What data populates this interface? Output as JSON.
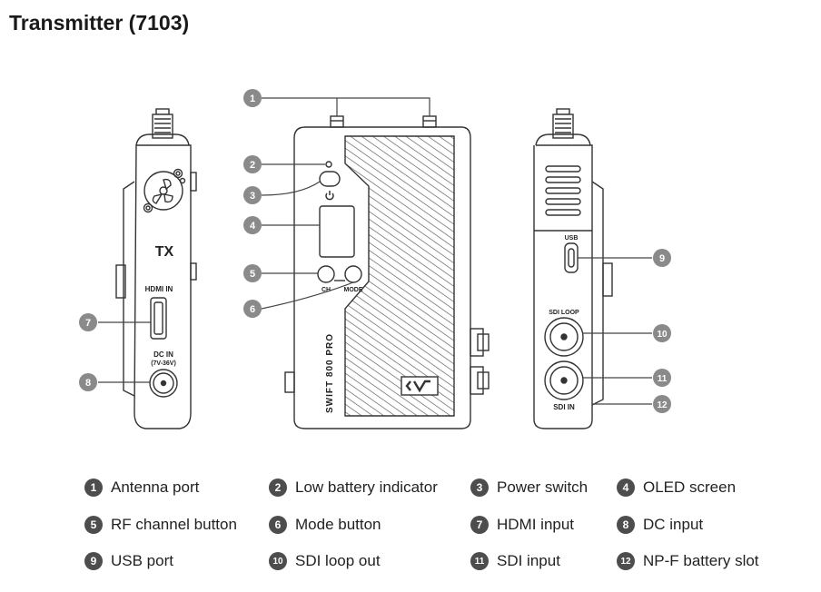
{
  "title": "Transmitter (7103)",
  "device_labels": {
    "tx": "TX",
    "hdmi_in": "HDMI IN",
    "dc_in": "DC IN",
    "dc_voltage": "(7V-36V)",
    "ch": "CH",
    "mode": "MODE",
    "model": "SWIFT 800 PRO",
    "usb": "USB",
    "sdi_loop": "SDI LOOP",
    "sdi_in": "SDI IN"
  },
  "callouts": [
    "1",
    "2",
    "3",
    "4",
    "5",
    "6",
    "7",
    "8",
    "9",
    "10",
    "11",
    "12"
  ],
  "legend": [
    {
      "num": "1",
      "label": "Antenna port"
    },
    {
      "num": "2",
      "label": "Low battery indicator"
    },
    {
      "num": "3",
      "label": "Power switch"
    },
    {
      "num": "4",
      "label": "OLED screen"
    },
    {
      "num": "5",
      "label": "RF channel button"
    },
    {
      "num": "6",
      "label": "Mode button"
    },
    {
      "num": "7",
      "label": "HDMI input"
    },
    {
      "num": "8",
      "label": "DC input"
    },
    {
      "num": "9",
      "label": "USB port"
    },
    {
      "num": "10",
      "label": "SDI loop out"
    },
    {
      "num": "11",
      "label": "SDI input"
    },
    {
      "num": "12",
      "label": "NP-F battery slot"
    }
  ]
}
